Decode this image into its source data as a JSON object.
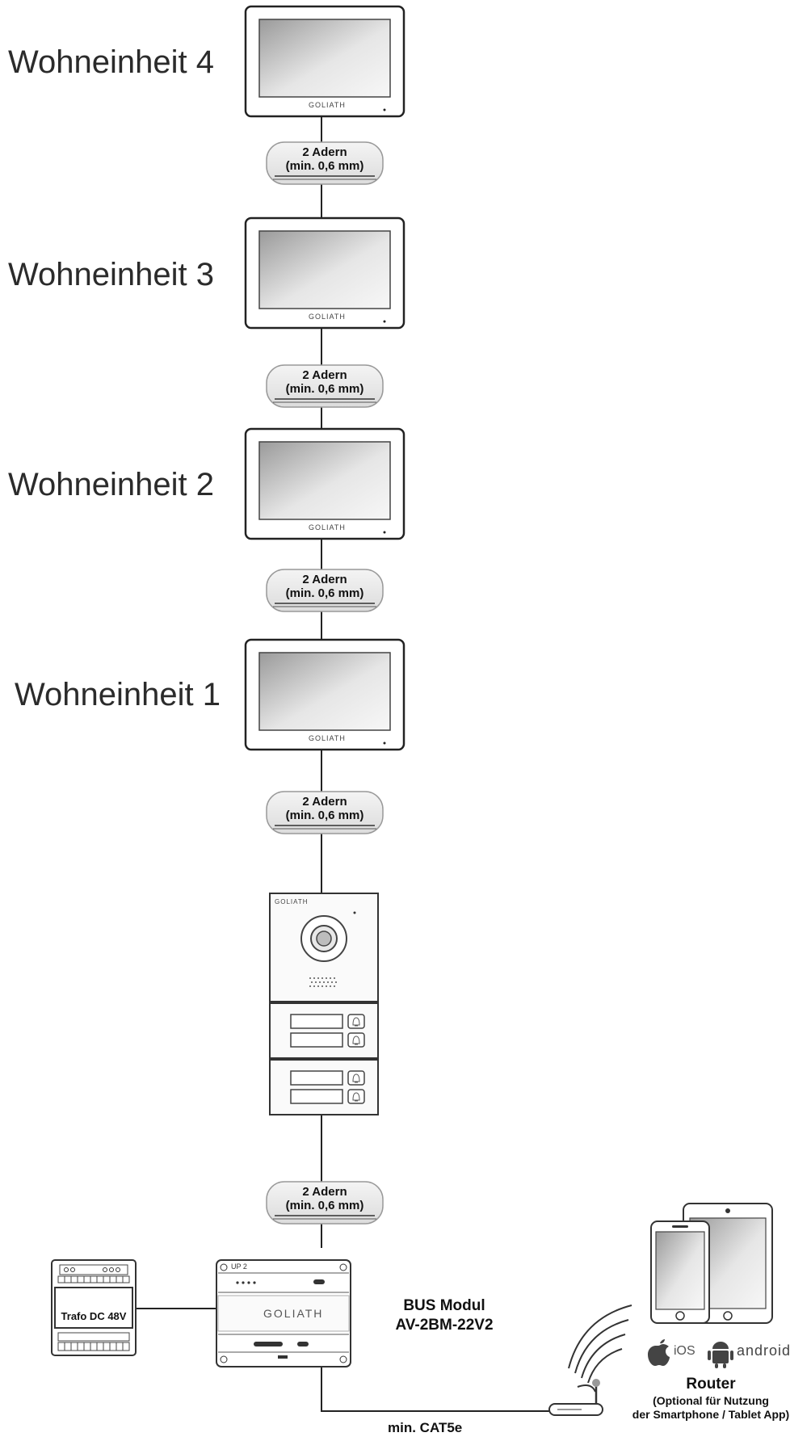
{
  "units": [
    {
      "label": "Wohneinheit 4"
    },
    {
      "label": "Wohneinheit 3"
    },
    {
      "label": "Wohneinheit 2"
    },
    {
      "label": "Wohneinheit 1"
    }
  ],
  "brand": "GOLIATH",
  "cable": {
    "line1": "2 Adern",
    "line2": "(min. 0,6 mm)"
  },
  "bus_module": {
    "line1": "BUS Modul",
    "line2": "AV-2BM-22V2",
    "panel_text": "UP  2"
  },
  "trafo": {
    "label": "Trafo DC 48V"
  },
  "router": {
    "title": "Router",
    "note1": "(Optional für Nutzung",
    "note2": "der Smartphone / Tablet App)"
  },
  "network_cable": {
    "label": "min. CAT5e"
  },
  "platforms": {
    "ios": "iOS",
    "android": "android"
  }
}
